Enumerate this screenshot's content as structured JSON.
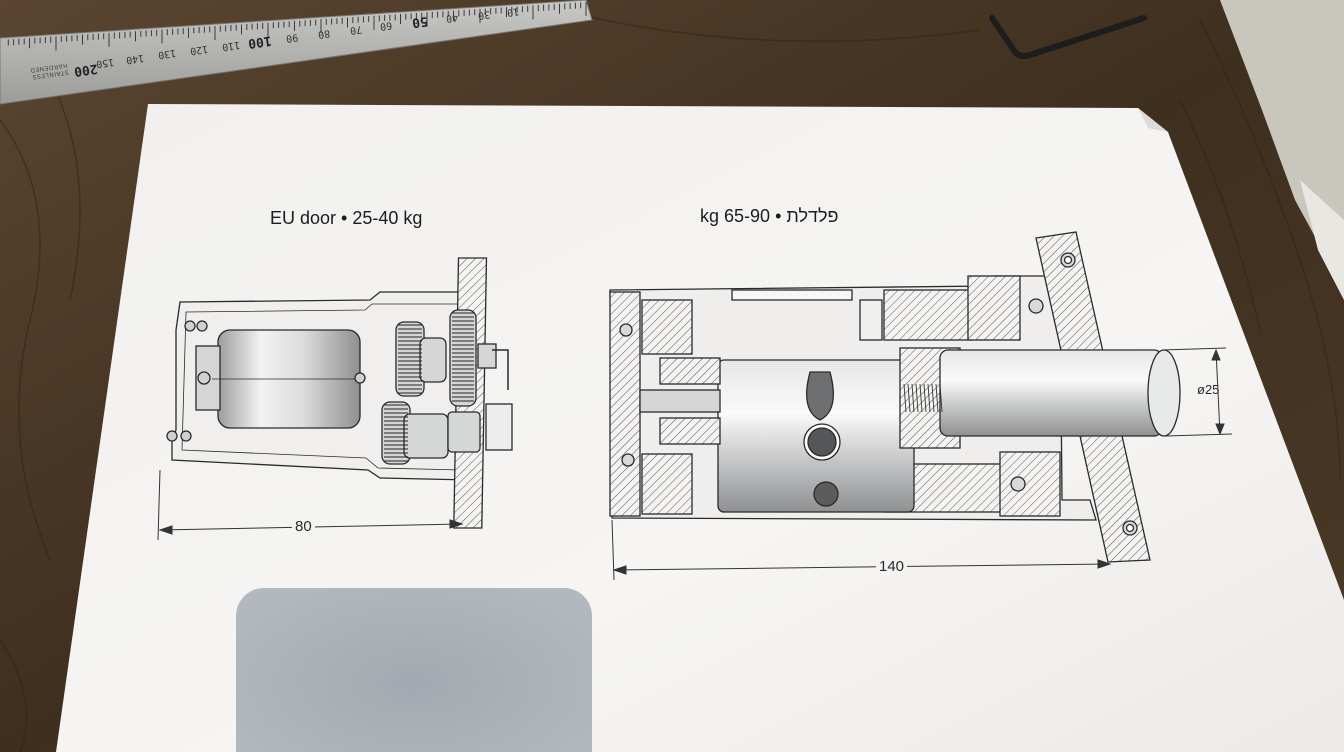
{
  "sheet": {
    "left_title": "EU door • 25-40 kg",
    "right_title": "פלדלת • 65-90 kg",
    "left_width_dim": "80",
    "right_width_dim": "140",
    "diameter_dim": "ø25"
  },
  "ruler": {
    "numbers": [
      "10",
      "30",
      "40",
      "50",
      "60",
      "70",
      "80",
      "90",
      "100",
      "110",
      "120",
      "130",
      "140",
      "150",
      "200"
    ],
    "brand_line1": "STAINLESS",
    "brand_line2": "HARDENED"
  },
  "colors": {
    "wood": "#4a3826",
    "paper": "#f4f3f1",
    "ink": "#1c1c1c",
    "metal_fill": "#cfd0d0",
    "shadow": "#a9aeb4"
  }
}
